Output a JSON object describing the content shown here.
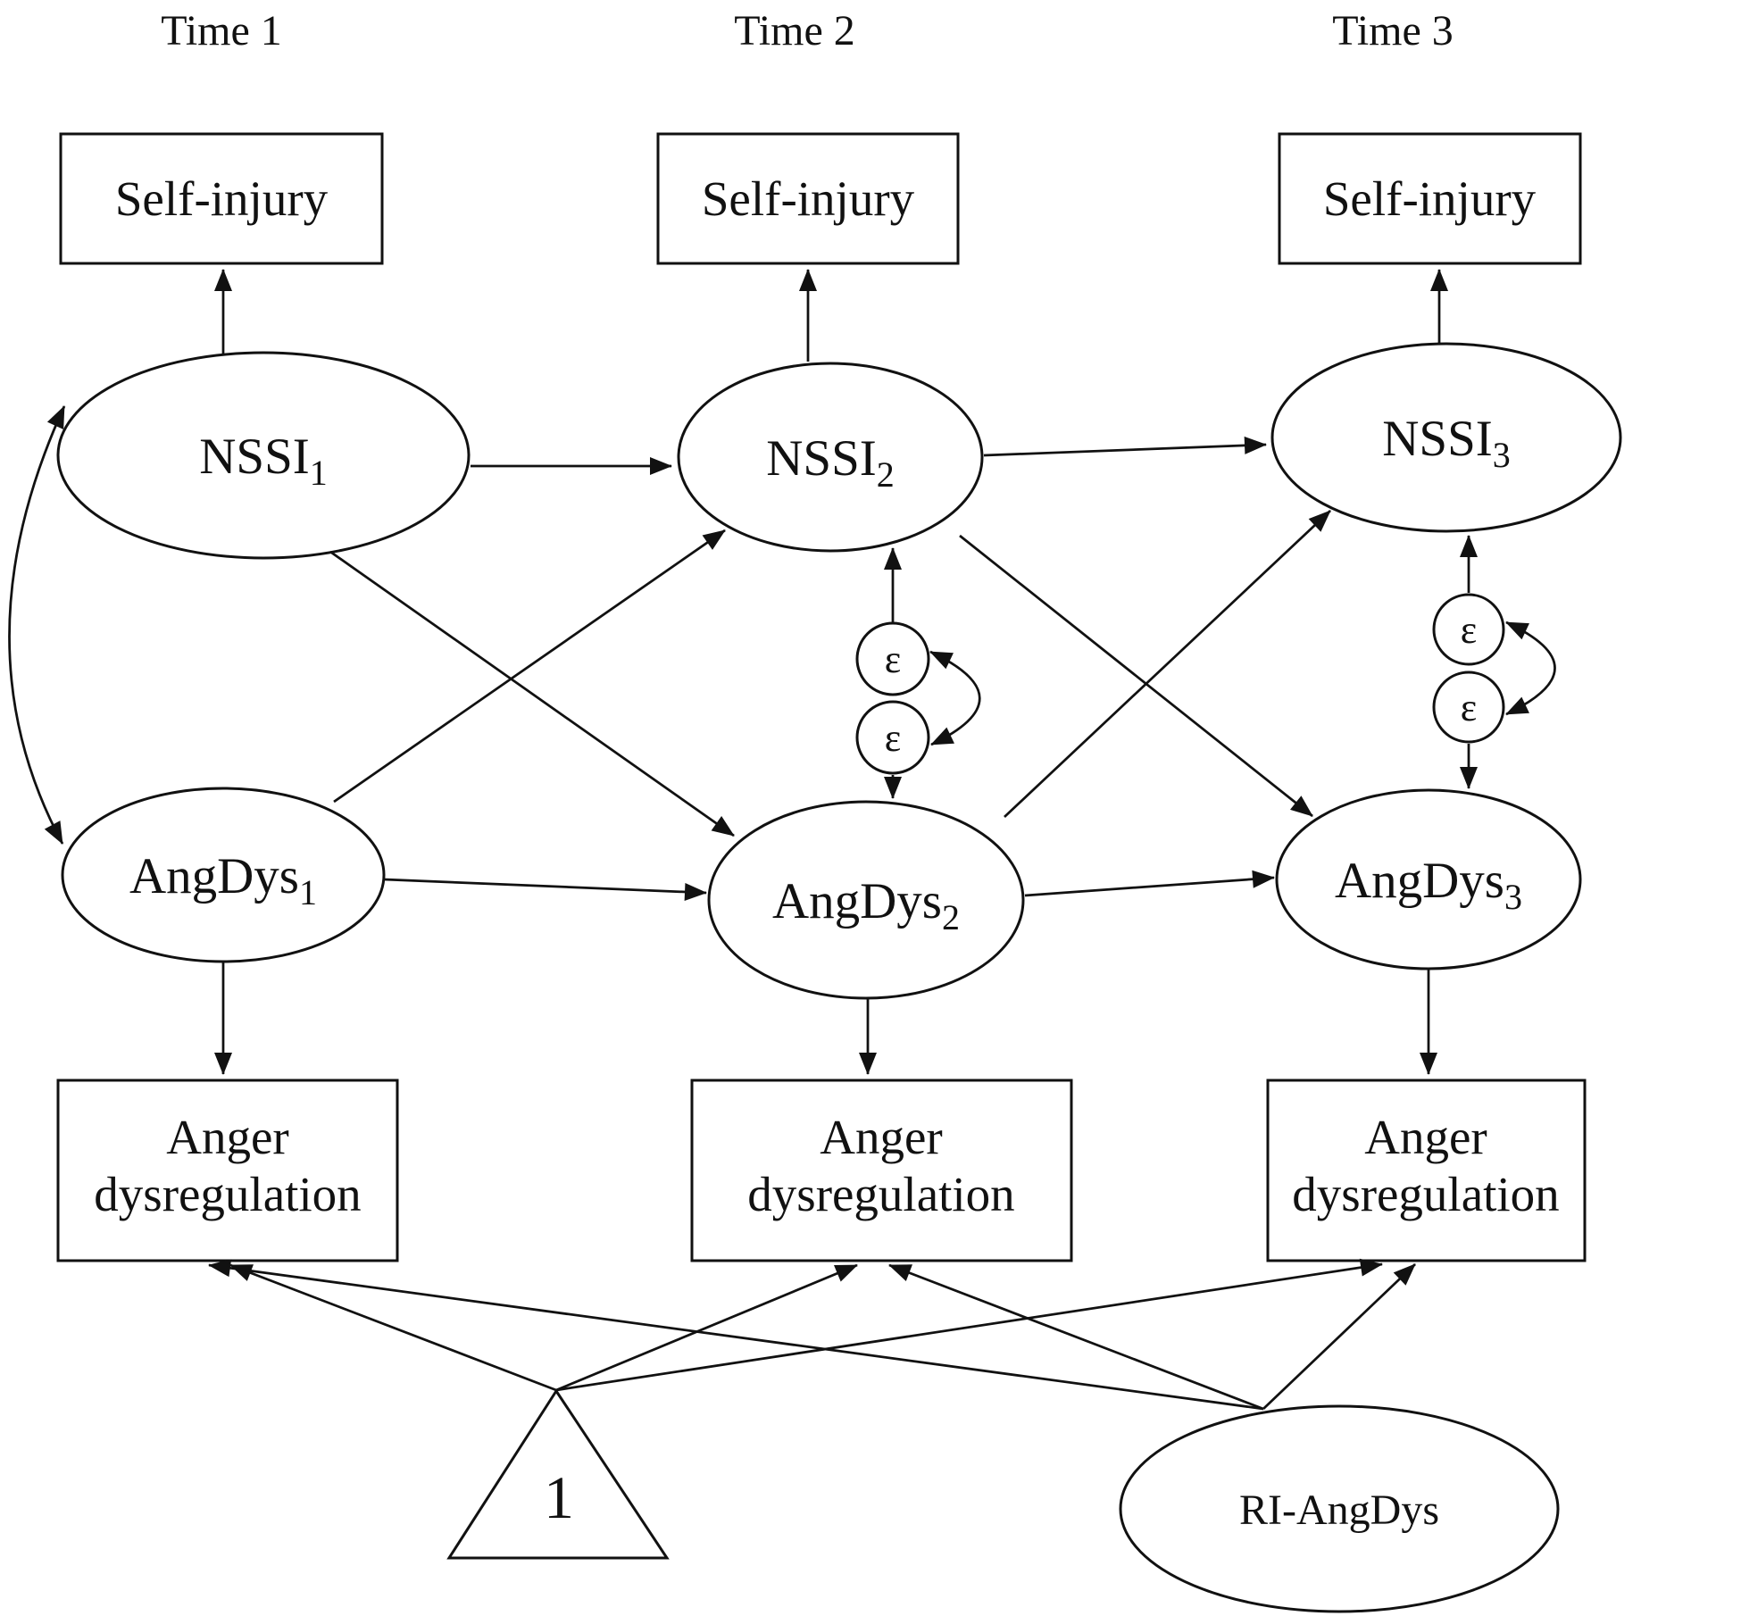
{
  "diagram": {
    "columns": [
      {
        "time_label": "Time 1",
        "self_injury_label": "Self-injury",
        "nssi": {
          "base": "NSSI",
          "sub": "1"
        },
        "angdys": {
          "base": "AngDys",
          "sub": "1"
        },
        "anger_box": {
          "line1": "Anger",
          "line2": "dysregulation"
        }
      },
      {
        "time_label": "Time 2",
        "self_injury_label": "Self-injury",
        "nssi": {
          "base": "NSSI",
          "sub": "2"
        },
        "angdys": {
          "base": "AngDys",
          "sub": "2"
        },
        "anger_box": {
          "line1": "Anger",
          "line2": "dysregulation"
        },
        "residual_nssi": "ε",
        "residual_angdys": "ε"
      },
      {
        "time_label": "Time 3",
        "self_injury_label": "Self-injury",
        "nssi": {
          "base": "NSSI",
          "sub": "3"
        },
        "angdys": {
          "base": "AngDys",
          "sub": "3"
        },
        "anger_box": {
          "line1": "Anger",
          "line2": "dysregulation"
        },
        "residual_nssi": "ε",
        "residual_angdys": "ε"
      }
    ],
    "intercept_label": "1",
    "random_intercept_label": "RI-AngDys",
    "colors": {
      "stroke": "#111111",
      "background": "#ffffff"
    }
  }
}
